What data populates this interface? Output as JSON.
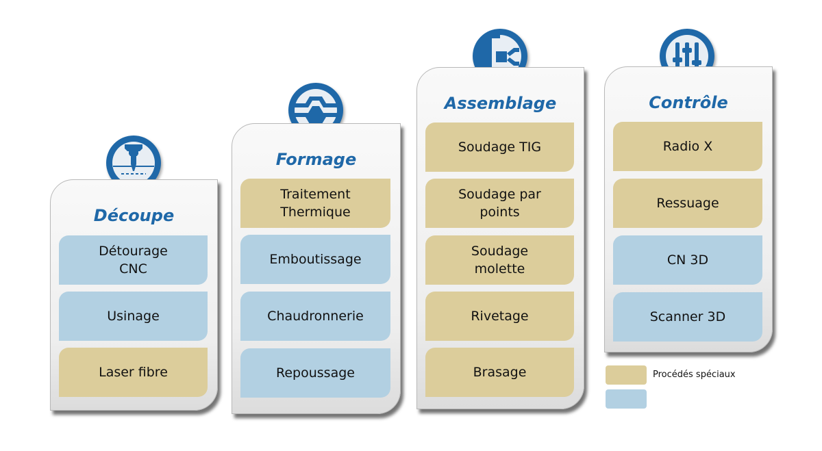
{
  "colors": {
    "accent": "#1f68a8",
    "special": "#dccd9b",
    "standard": "#b2d0e2"
  },
  "columns": [
    {
      "title": "Découpe",
      "icon": "cutting-tool-icon",
      "items": [
        {
          "label": "Détourage\nCNC",
          "type": "standard"
        },
        {
          "label": "Usinage",
          "type": "standard"
        },
        {
          "label": "Laser fibre",
          "type": "special"
        }
      ]
    },
    {
      "title": "Formage",
      "icon": "press-forming-icon",
      "items": [
        {
          "label": "Traitement\nThermique",
          "type": "special"
        },
        {
          "label": "Emboutissage",
          "type": "standard"
        },
        {
          "label": "Chaudronnerie",
          "type": "standard"
        },
        {
          "label": "Repoussage",
          "type": "standard"
        }
      ]
    },
    {
      "title": "Assemblage",
      "icon": "assembly-icon",
      "items": [
        {
          "label": "Soudage TIG",
          "type": "special"
        },
        {
          "label": "Soudage par\npoints",
          "type": "special"
        },
        {
          "label": "Soudage\nmolette",
          "type": "special"
        },
        {
          "label": "Rivetage",
          "type": "special"
        },
        {
          "label": "Brasage",
          "type": "special"
        }
      ]
    },
    {
      "title": "Contrôle",
      "icon": "sliders-icon",
      "items": [
        {
          "label": "Radio X",
          "type": "special"
        },
        {
          "label": "Ressuage",
          "type": "special"
        },
        {
          "label": "CN 3D",
          "type": "standard"
        },
        {
          "label": "Scanner 3D",
          "type": "standard"
        }
      ]
    }
  ],
  "legend": [
    {
      "label": "Procédés spéciaux",
      "type": "special"
    },
    {
      "label": "",
      "type": "standard"
    }
  ]
}
